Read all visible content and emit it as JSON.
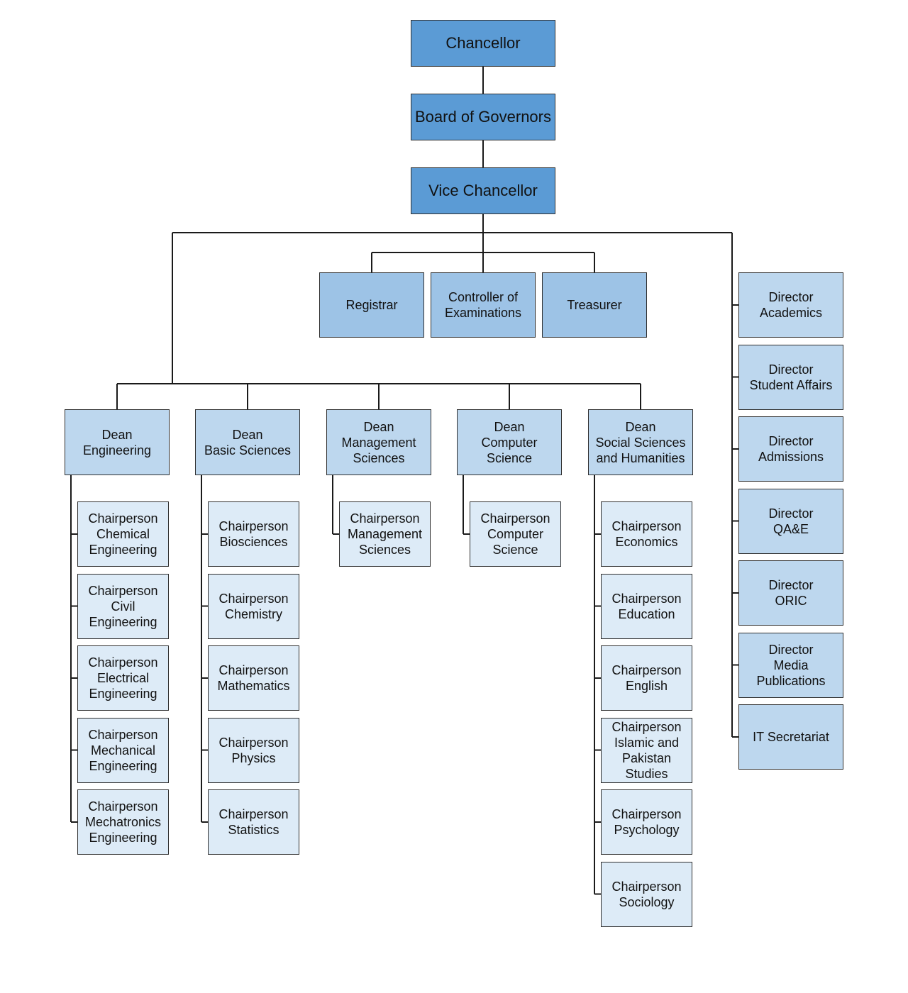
{
  "chancellor": "Chancellor",
  "board": "Board of Governors",
  "vice_chancellor": "Vice Chancellor",
  "officers": [
    "Registrar",
    "Controller of\nExaminations",
    "Treasurer"
  ],
  "directors": [
    "Director\nAcademics",
    "Director\nStudent Affairs",
    "Director\nAdmissions",
    "Director\nQA&E",
    "Director\nORIC",
    "Director\nMedia\nPublications",
    "IT Secretariat"
  ],
  "deans": [
    {
      "label": "Dean\nEngineering",
      "chairs": [
        "Chairperson\nChemical\nEngineering",
        "Chairperson\nCivil\nEngineering",
        "Chairperson\nElectrical\nEngineering",
        "Chairperson\nMechanical\nEngineering",
        "Chairperson\nMechatronics\nEngineering"
      ]
    },
    {
      "label": "Dean\nBasic Sciences",
      "chairs": [
        "Chairperson\nBiosciences",
        "Chairperson\nChemistry",
        "Chairperson\nMathematics",
        "Chairperson\nPhysics",
        "Chairperson\nStatistics"
      ]
    },
    {
      "label": "Dean\nManagement\nSciences",
      "chairs": [
        "Chairperson\nManagement\nSciences"
      ]
    },
    {
      "label": "Dean\nComputer\nScience",
      "chairs": [
        "Chairperson\nComputer\nScience"
      ]
    },
    {
      "label": "Dean\nSocial Sciences\nand Humanities",
      "chairs": [
        "Chairperson\nEconomics",
        "Chairperson\nEducation",
        "Chairperson\nEnglish",
        "Chairperson\nIslamic and\nPakistan\nStudies",
        "Chairperson\nPsychology",
        "Chairperson\nSociology"
      ]
    }
  ]
}
